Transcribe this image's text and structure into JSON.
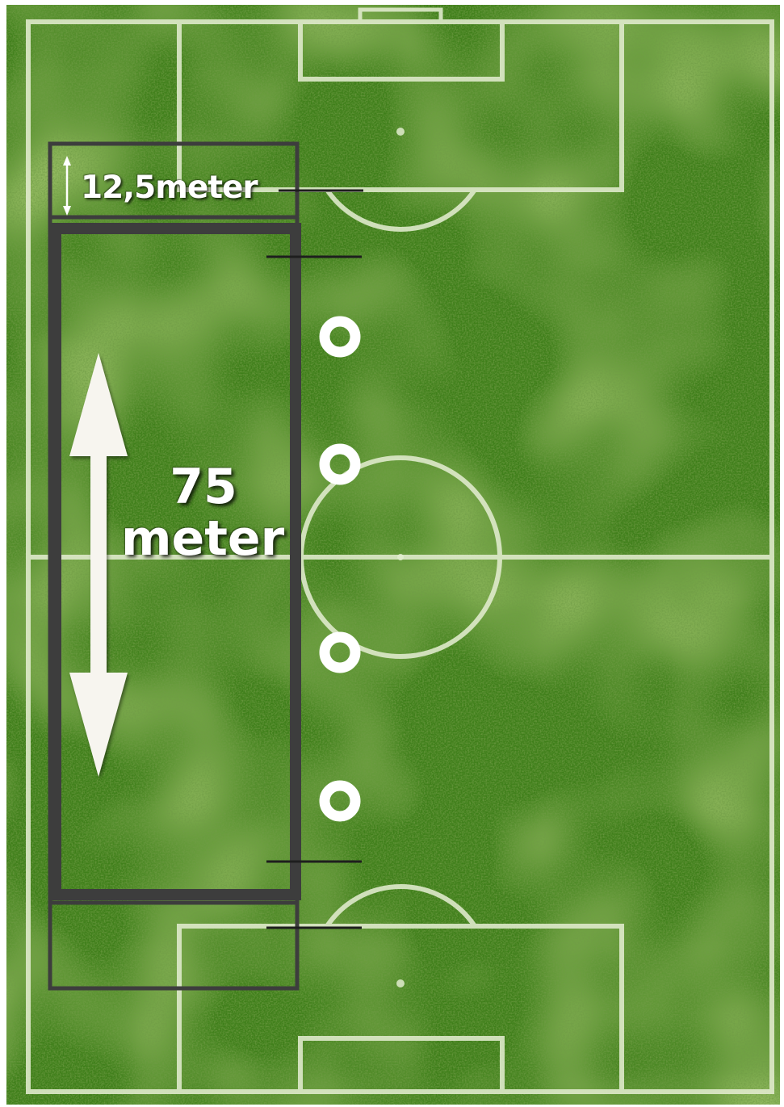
{
  "labels": {
    "penalty_depth": "12,5meter",
    "zone_length_value": "75",
    "zone_length_unit": "meter"
  },
  "colors": {
    "grass_dark": "#2f6e12",
    "grass_mid": "#4c8e1f",
    "grass_light": "#7fb23a",
    "pitch_lines": "#e4efd2",
    "zone_border": "#3f3f3f",
    "markers": "#ffffff"
  },
  "markers": {
    "count": 4,
    "shape": "ring"
  }
}
